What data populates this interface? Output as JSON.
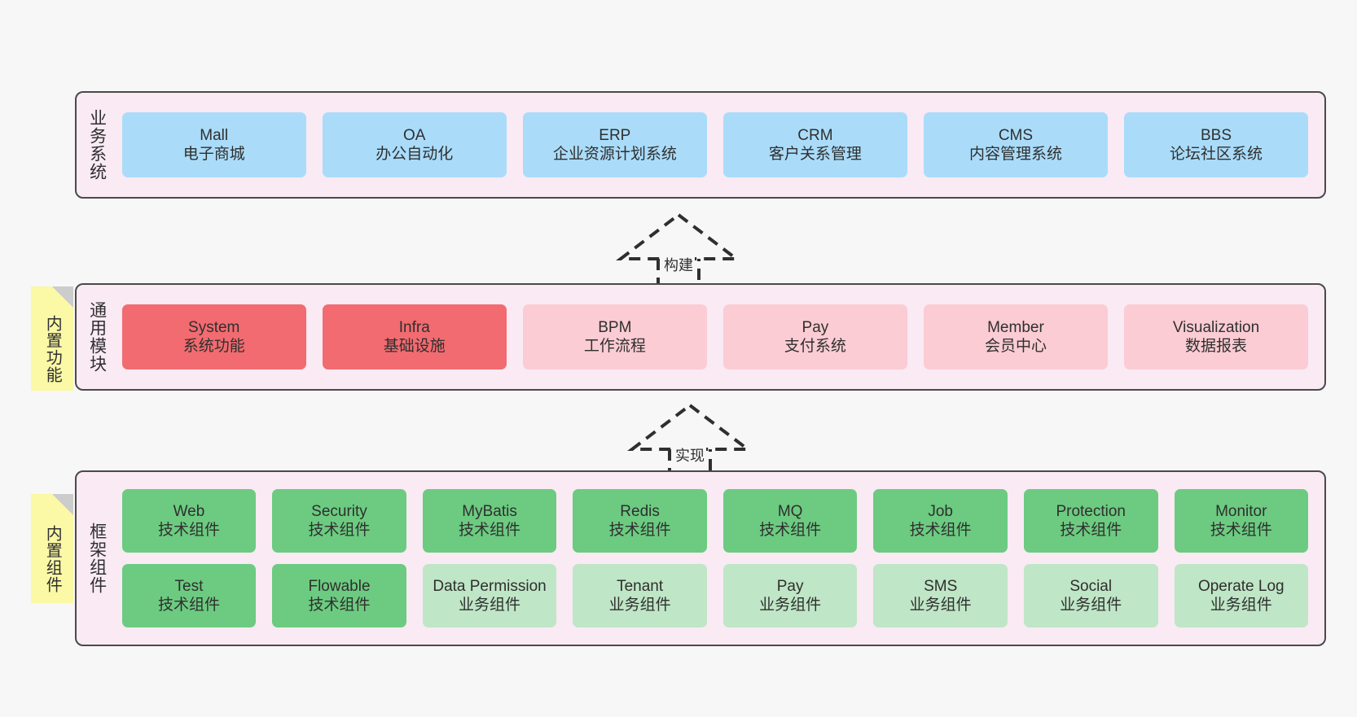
{
  "diagram": {
    "background_color": "#f7f7f7",
    "panel_color": "#f9eaf4",
    "panel_border_color": "#4a4a4a",
    "note_color": "#fbf8a6",
    "note_fold_color": "#cccccc"
  },
  "layers": [
    {
      "id": "business-system",
      "label": "业务系统",
      "card_color": "#aadcfa",
      "cards": [
        {
          "en": "Mall",
          "cn": "电子商城"
        },
        {
          "en": "OA",
          "cn": "办公自动化"
        },
        {
          "en": "ERP",
          "cn": "企业资源计划系统"
        },
        {
          "en": "CRM",
          "cn": "客户关系管理"
        },
        {
          "en": "CMS",
          "cn": "内容管理系统"
        },
        {
          "en": "BBS",
          "cn": "论坛社区系统"
        }
      ]
    },
    {
      "id": "common-module",
      "label": "通用模块",
      "note": "内置功能",
      "cards": [
        {
          "en": "System",
          "cn": "系统功能",
          "color": "#f26b70"
        },
        {
          "en": "Infra",
          "cn": "基础设施",
          "color": "#f26b70"
        },
        {
          "en": "BPM",
          "cn": "工作流程",
          "color": "#fbccd3"
        },
        {
          "en": "Pay",
          "cn": "支付系统",
          "color": "#fbccd3"
        },
        {
          "en": "Member",
          "cn": "会员中心",
          "color": "#fbccd3"
        },
        {
          "en": "Visualization",
          "cn": "数据报表",
          "color": "#fbccd3"
        }
      ]
    },
    {
      "id": "framework-component",
      "label": "框架组件",
      "note": "内置组件",
      "rows": [
        [
          {
            "en": "Web",
            "cn": "技术组件",
            "color": "#6ccb80"
          },
          {
            "en": "Security",
            "cn": "技术组件",
            "color": "#6ccb80"
          },
          {
            "en": "MyBatis",
            "cn": "技术组件",
            "color": "#6ccb80"
          },
          {
            "en": "Redis",
            "cn": "技术组件",
            "color": "#6ccb80"
          },
          {
            "en": "MQ",
            "cn": "技术组件",
            "color": "#6ccb80"
          },
          {
            "en": "Job",
            "cn": "技术组件",
            "color": "#6ccb80"
          },
          {
            "en": "Protection",
            "cn": "技术组件",
            "color": "#6ccb80"
          },
          {
            "en": "Monitor",
            "cn": "技术组件",
            "color": "#6ccb80"
          }
        ],
        [
          {
            "en": "Test",
            "cn": "技术组件",
            "color": "#6ccb80"
          },
          {
            "en": "Flowable",
            "cn": "技术组件",
            "color": "#6ccb80"
          },
          {
            "en": "Data Permission",
            "cn": "业务组件",
            "color": "#bfe6c6"
          },
          {
            "en": "Tenant",
            "cn": "业务组件",
            "color": "#bfe6c6"
          },
          {
            "en": "Pay",
            "cn": "业务组件",
            "color": "#bfe6c6"
          },
          {
            "en": "SMS",
            "cn": "业务组件",
            "color": "#bfe6c6"
          },
          {
            "en": "Social",
            "cn": "业务组件",
            "color": "#bfe6c6"
          },
          {
            "en": "Operate Log",
            "cn": "业务组件",
            "color": "#bfe6c6"
          }
        ]
      ]
    }
  ],
  "connectors": [
    {
      "id": "build",
      "label": "构建",
      "from": "common-module",
      "to": "business-system"
    },
    {
      "id": "implement",
      "label": "实现",
      "from": "framework-component",
      "to": "common-module"
    }
  ]
}
